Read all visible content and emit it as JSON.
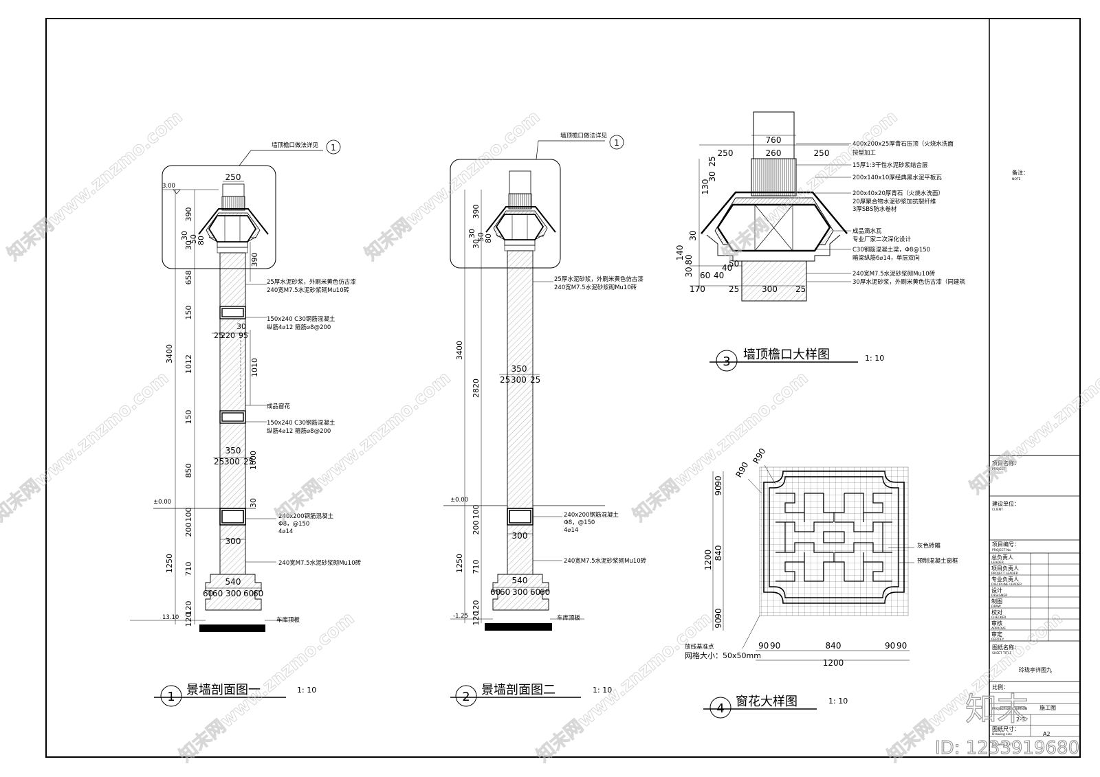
{
  "section1": {
    "title": "景墙剖面图一",
    "scale": "1: 10",
    "number": "1",
    "callout": "墙顶檐口做法详见",
    "callout_num": "1",
    "elev_top": "3.00",
    "elev_zero": "±0.00",
    "elev_bottom": "13.10",
    "top_width": "250",
    "dims_left": [
      "390",
      "30",
      "30",
      "50",
      "80",
      "658",
      "150",
      "1012",
      "150",
      "850",
      "100",
      "200",
      "710",
      "120",
      "120"
    ],
    "dim_total": "3400",
    "dim_total2": "1250",
    "dims_right": [
      "390",
      "1010",
      "1000",
      "30"
    ],
    "mid_widths": [
      "25",
      "220",
      "95",
      "30"
    ],
    "bottom_widths": [
      "350",
      "25",
      "300",
      "25"
    ],
    "foot_width": "300",
    "base_widths": [
      "540",
      "60",
      "60",
      "300",
      "60",
      "60"
    ],
    "notes": [
      "25厚水泥砂浆，外刷米黄色仿古漆",
      "240宽M7.5水泥砂浆砌Mu10砖",
      "150x240 C30钢筋混凝土",
      "纵筋4⌀12 箍筋⌀8@200",
      "成品窗花",
      "150x240 C30钢筋混凝土",
      "纵筋4⌀12 箍筋⌀8@200",
      "240x200钢筋混凝土",
      "Φ8，@150",
      "4⌀14",
      "240宽M7.5水泥砂浆砌Mu10砖",
      "车库顶板"
    ]
  },
  "section2": {
    "title": "景墙剖面图二",
    "scale": "1: 10",
    "number": "2",
    "callout": "墙顶檐口做法详见",
    "callout_num": "1",
    "elev_zero": "±0.00",
    "elev_bottom": "-1.25",
    "dims_left": [
      "390",
      "30",
      "30",
      "50",
      "80",
      "2820",
      "100",
      "200",
      "710",
      "120",
      "120"
    ],
    "dim_total": "3400",
    "dim_total2": "1250",
    "mid_widths": [
      "350",
      "25",
      "300",
      "25"
    ],
    "foot_width": "300",
    "base_widths": [
      "540",
      "60",
      "60",
      "300",
      "60",
      "60"
    ],
    "notes": [
      "25厚水泥砂浆，外刷米黄色仿古漆",
      "240宽M7.5水泥砂浆砌Mu10砖",
      "240x200钢筋混凝土",
      "Φ8，@150",
      "4⌀14",
      "240宽M7.5水泥砂浆砌Mu10砖",
      "车库顶板"
    ]
  },
  "detail3": {
    "title": "墙顶檐口大样图",
    "scale": "1: 10",
    "number": "3",
    "top_dims": [
      "760",
      "250",
      "260",
      "250"
    ],
    "left_dims": [
      "25",
      "30",
      "130",
      "30",
      "140",
      "80",
      "30"
    ],
    "bottom_dims": [
      "40",
      "60",
      "40",
      "50",
      "170",
      "25",
      "300",
      "25"
    ],
    "notes": [
      "400x200x25厚青石压顶（火烧水洗面",
      "按型加工",
      "15厚1:3干性水泥砂浆结合层",
      "200x140x10厚经典黑水泥平板瓦",
      "200x40x20厚青石（火烧水洗面）",
      "20厚聚合物水泥砂浆加抗裂纤维",
      "3厚SBS防水卷材",
      "成品滴水瓦",
      "专业厂家二次深化设计",
      "C30钢筋混凝土梁，Φ8@150",
      "暗梁纵筋6⌀14，单层双向",
      "240宽M7.5水泥砂浆砌Mu10砖",
      "30厚水泥砂浆，外刷米黄色仿古漆（同建筑"
    ]
  },
  "detail4": {
    "title": "窗花大样图",
    "scale": "1: 10",
    "number": "4",
    "radius_labels": [
      "R90",
      "R90"
    ],
    "left_dims": [
      "90",
      "90",
      "840",
      "90",
      "90"
    ],
    "left_total": "1200",
    "bottom_dims": [
      "90",
      "90",
      "840",
      "90",
      "90"
    ],
    "bottom_total": "1200",
    "notes": [
      "灰色砖雕",
      "预制混凝土窗框",
      "放线基准点",
      "网格大小：50x50mm"
    ]
  },
  "title_block": {
    "remarks": "备注：",
    "remarks_en": "NOTE",
    "project_name": "项目名称：",
    "project_name_en": "PROJECT",
    "client": "建设单位：",
    "client_en": "CLIENT",
    "project_no": "项目编号：",
    "project_no_en": "PROJECT No.",
    "roles": [
      {
        "cn": "总负责人",
        "en": "LEADER"
      },
      {
        "cn": "项目负责人",
        "en": "PROJECT LEADER"
      },
      {
        "cn": "专业负责人",
        "en": "DISCIPLINE LEADER"
      },
      {
        "cn": "设计",
        "en": "DESIGNER"
      },
      {
        "cn": "制图",
        "en": "DRAW"
      },
      {
        "cn": "校对",
        "en": "CHECKER"
      },
      {
        "cn": "审核",
        "en": "APPROVE"
      },
      {
        "cn": "审定",
        "en": "CERTIFY"
      }
    ],
    "sheet_title_label": "图纸名称：",
    "sheet_title_en": "SHEET TITLE",
    "sheet_title": "玲珑亭详图九",
    "scale_label": "比例：",
    "desc_en": "PROJECT DESCRIPTION",
    "stage": "施工图",
    "sheet_no_fragment": "2-3",
    "size_label": "图纸尺寸：",
    "size_en": "Drawing size",
    "size": "A2",
    "date_en": "Drawing DATE"
  },
  "watermark": {
    "text": "知末网www.znzmo.com",
    "logo": "知末",
    "id": "ID: 1233919680"
  }
}
